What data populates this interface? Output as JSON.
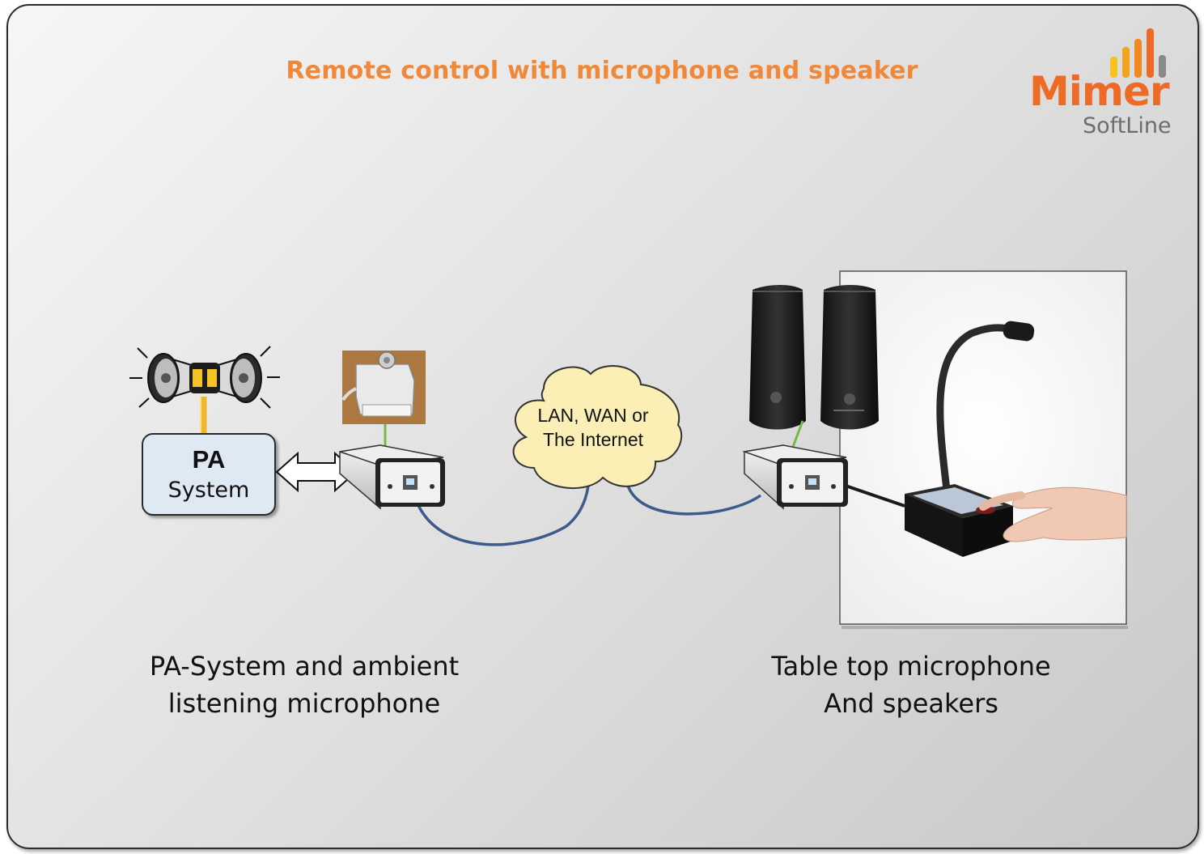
{
  "title": "Remote control with microphone and speaker",
  "logo": {
    "name": "Mimer",
    "sub": "SoftLine",
    "bar_colors": [
      "#f7c21a",
      "#f3a21c",
      "#ef8a22",
      "#ee6a25",
      "#8a8a8a"
    ]
  },
  "pa_box": {
    "title": "PA",
    "subtitle": "System"
  },
  "cloud": {
    "line1": "LAN, WAN or",
    "line2": "The Internet"
  },
  "captions": {
    "left_line1": "PA-System and ambient",
    "left_line2": "listening microphone",
    "right_line1": "Table top microphone",
    "right_line2": "And speakers"
  },
  "colors": {
    "title": "#f0883a",
    "cable": "#3c5a8c",
    "green_wire": "#7ab648",
    "pa_box_fill": "#dfe9f3",
    "cloud_fill": "#fbefb5"
  },
  "icons": [
    "megaphones-icon",
    "junction-box-photo",
    "network-interface-icon",
    "cloud-icon",
    "speakers-photo",
    "gooseneck-microphone-photo",
    "double-arrow-icon"
  ]
}
